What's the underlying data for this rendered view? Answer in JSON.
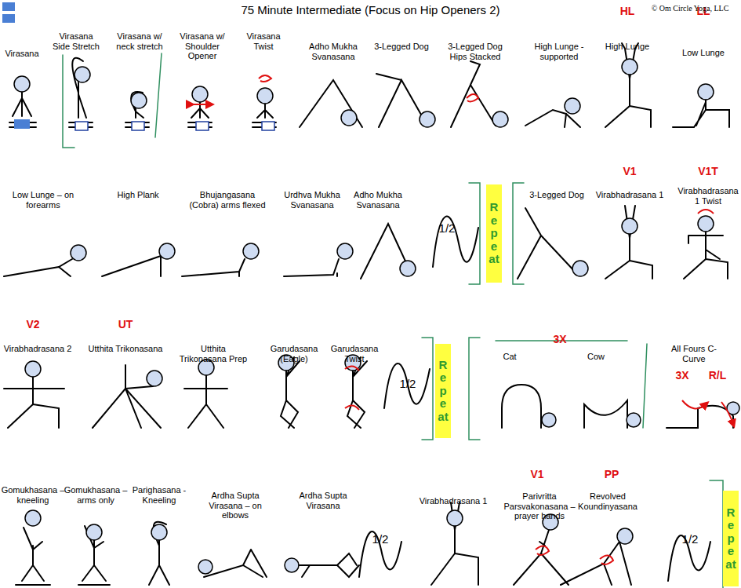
{
  "diagram": {
    "title": "75 Minute Intermediate (Focus on Hip Openers 2)",
    "nodes": [
      {
        "text": [
          "Repeat"
        ]
      },
      {
        "text": [
          "Repeat"
        ]
      },
      {
        "text": [
          "Repeat"
        ]
      }
    ],
    "labels": [
      "Virasana",
      "Virasana Side Stretch",
      "Virasana w/ neck stretch",
      "Virasana w/ Shoulder Opener",
      "Virasana Twist",
      "Adho Mukha Svanasana",
      "3-Legged Dog",
      "3-Legged Dog Hips Stacked",
      "High Lunge - supported",
      "HL",
      "High Lunge",
      "LL",
      "Low Lunge",
      "Low Lunge – on forearms",
      "High Plank",
      "Bhujangasana (Cobra) arms flexed",
      "Urdhva Mukha Svanasana",
      "Adho Mukha Svanasana",
      "1/2",
      "3-Legged Dog",
      "V1",
      "Virabhadrasana 1",
      "V1T",
      "Virabhadrasana 1 Twist",
      "V2",
      "Virabhadrasana 2",
      "UT",
      "Utthita Trikonasana",
      "Utthita Trikonasana Prep",
      "Garudasana (Eagle)",
      "Garudasana Twist",
      "1/2",
      "3X",
      "Cat",
      "Cow",
      "All Fours C-Curve",
      "3X",
      "R/L",
      "Gomukhasana – kneeling",
      "Gomukhasana – arms only",
      "Parighasana - Kneeling",
      "Ardha Supta Virasana – on elbows",
      "Ardha Supta Virasana",
      "1/2",
      "Virabhadrasana 1",
      "V1",
      "Parivritta Parsvakonasana – prayer hands",
      "PP",
      "Revolved Koundinyasana",
      "1/2",
      "© Om Circle Yoga, LLC"
    ]
  }
}
